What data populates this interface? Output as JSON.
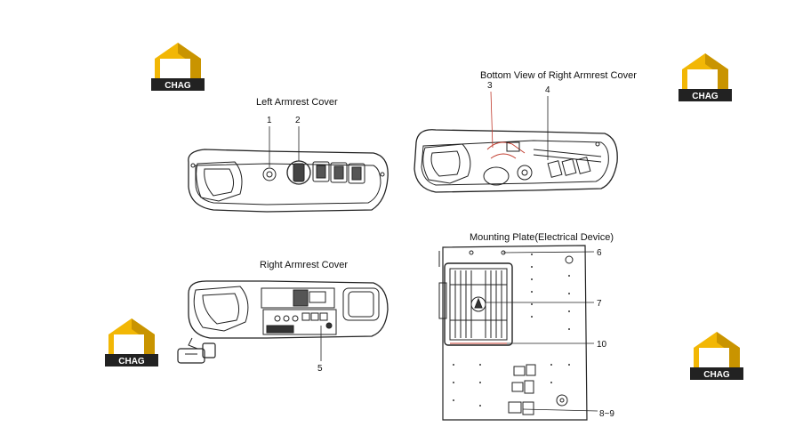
{
  "titles": {
    "left_armrest": "Left Armrest Cover",
    "bottom_view": "Bottom View  of Right Armrest Cover",
    "right_armrest": "Right Armrest Cover",
    "mounting_plate": "Mounting Plate(Electrical Device)"
  },
  "callouts": {
    "c1": "1",
    "c2": "2",
    "c3": "3",
    "c4": "4",
    "c5": "5",
    "c6": "6",
    "c7": "7",
    "c8_9": "8~9",
    "c10": "10"
  },
  "logo": {
    "mark": "H3",
    "text": "CHAG",
    "color_gold": "#F2B705",
    "color_dark": "#222222"
  }
}
